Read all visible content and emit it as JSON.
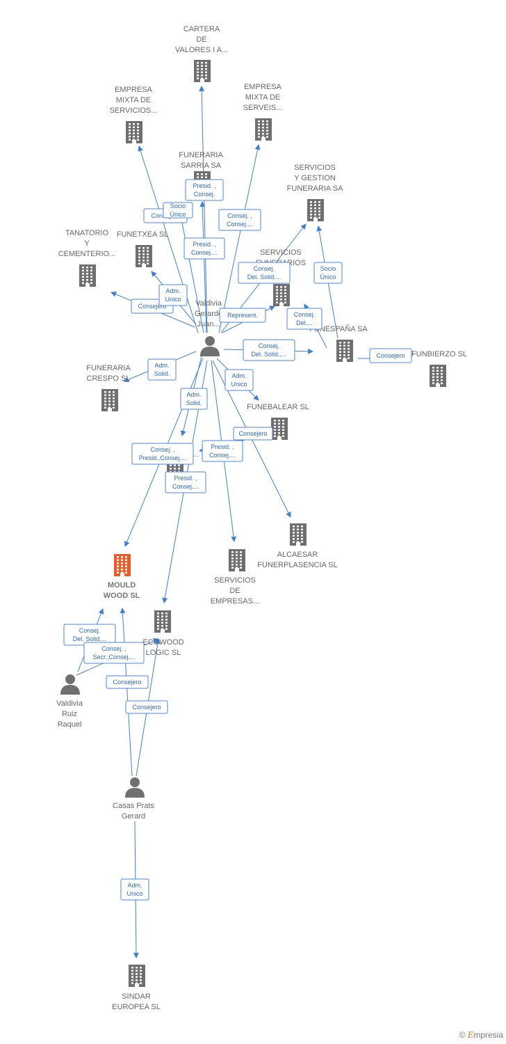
{
  "colors": {
    "edge": "#3f7fd6",
    "company": "#6f6f6f",
    "focus": "#f05a28",
    "person": "#707070"
  },
  "nodes": [
    {
      "id": "cartera",
      "type": "company",
      "lines": [
        "CARTERA",
        "DE",
        "VALORES I A..."
      ]
    },
    {
      "id": "empresa_mixta_servicios",
      "type": "company",
      "lines": [
        "EMPRESA",
        "MIXTA DE",
        "SERVICIOS..."
      ]
    },
    {
      "id": "empresa_mixta_serveis",
      "type": "company",
      "lines": [
        "EMPRESA",
        "MIXTA DE",
        "SERVEIS..."
      ]
    },
    {
      "id": "funeraria_sarria",
      "type": "company",
      "lines": [
        "FUNERARIA",
        "SARRIA SA"
      ]
    },
    {
      "id": "servicios_gestion",
      "type": "company",
      "lines": [
        "SERVICIOS",
        "Y GESTION",
        "FUNERARIA SA"
      ]
    },
    {
      "id": "tanatorio",
      "type": "company",
      "lines": [
        "TANATORIO",
        "Y",
        "CEMENTERIO..."
      ]
    },
    {
      "id": "funetxea",
      "type": "company",
      "lines": [
        "FUNETXEA SL"
      ]
    },
    {
      "id": "servicios_funerarios",
      "type": "company",
      "lines": [
        "SERVICIOS",
        "FUNERARIOS"
      ]
    },
    {
      "id": "funespana",
      "type": "company",
      "lines": [
        "FUNESPAÑA SA"
      ]
    },
    {
      "id": "funbierzo",
      "type": "company",
      "lines": [
        "FUNBIERZO SL"
      ]
    },
    {
      "id": "funeraria_crespo",
      "type": "company",
      "lines": [
        "FUNERARIA",
        "CRESPO SL"
      ]
    },
    {
      "id": "funebalear",
      "type": "company",
      "lines": [
        "FUNEBALEAR SL"
      ]
    },
    {
      "id": "hidden_co",
      "type": "company",
      "lines": [
        "..."
      ]
    },
    {
      "id": "alcaesar",
      "type": "company",
      "lines": [
        "ALCAESAR",
        "FUNERPLASENCIA SL"
      ]
    },
    {
      "id": "servicios_empresas",
      "type": "company",
      "lines": [
        "SERVICIOS",
        "DE",
        "EMPRESAS..."
      ]
    },
    {
      "id": "mould_wood",
      "type": "focus",
      "lines": [
        "MOULD",
        "WOOD SL"
      ]
    },
    {
      "id": "ecowood",
      "type": "company",
      "lines": [
        "ECOWOOD",
        "LOGIC SL"
      ]
    },
    {
      "id": "sindar",
      "type": "company",
      "lines": [
        "SINDAR",
        "EUROPEA SL"
      ]
    },
    {
      "id": "valdivia_gerardo",
      "type": "person",
      "lines": [
        "Valdivia",
        "Gerardo",
        "Juan..."
      ]
    },
    {
      "id": "valdivia_raquel",
      "type": "person",
      "lines": [
        "Valdivia",
        "Ruiz",
        "Raquel"
      ]
    },
    {
      "id": "casas_prats",
      "type": "person",
      "lines": [
        "Casas Prats",
        "Gerard"
      ]
    }
  ],
  "edges": [
    {
      "from": "valdivia_gerardo",
      "to": "cartera",
      "lines": [
        "Presid. ,",
        "Consej."
      ]
    },
    {
      "from": "valdivia_gerardo",
      "to": "empresa_mixta_servicios",
      "lines": [
        "Consejero"
      ]
    },
    {
      "from": "valdivia_gerardo",
      "to": "funeraria_sarria",
      "lines": [
        "Socio",
        "Único"
      ]
    },
    {
      "from": "valdivia_gerardo",
      "to": "empresa_mixta_serveis",
      "lines": [
        "Consej. ,",
        "Consej...."
      ]
    },
    {
      "from": "valdivia_gerardo",
      "to": "funeraria_sarria",
      "lines": [
        "Presid. ,",
        "Consej...."
      ]
    },
    {
      "from": "valdivia_gerardo",
      "to": "servicios_gestion",
      "lines": [
        "Consej.",
        "Del. Solid...."
      ]
    },
    {
      "from": "funespana",
      "to": "servicios_gestion",
      "lines": [
        "Socio",
        "Único"
      ]
    },
    {
      "from": "valdivia_gerardo",
      "to": "tanatorio",
      "lines": [
        "Consejero"
      ]
    },
    {
      "from": "valdivia_gerardo",
      "to": "funetxea",
      "lines": [
        "Adm.",
        "Unico"
      ]
    },
    {
      "from": "valdivia_gerardo",
      "to": "servicios_funerarios",
      "lines": [
        "Represent."
      ]
    },
    {
      "from": "funespana",
      "to": "servicios_funerarios",
      "lines": [
        "Consej.",
        "Del...."
      ]
    },
    {
      "from": "valdivia_gerardo",
      "to": "funespana",
      "lines": [
        "Consej.",
        "Del. Solid.,..."
      ]
    },
    {
      "from": "funespana",
      "to": "funbierzo",
      "lines": [
        "Consejero"
      ]
    },
    {
      "from": "valdivia_gerardo",
      "to": "funeraria_crespo",
      "lines": [
        "Adm.",
        "Solid."
      ]
    },
    {
      "from": "valdivia_gerardo",
      "to": "funebalear",
      "lines": [
        "Adm.",
        "Unico"
      ]
    },
    {
      "from": "valdivia_gerardo",
      "to": "hidden_co",
      "lines": [
        "Adm.",
        "Solid."
      ]
    },
    {
      "from": "funebalear",
      "to": "hidden_co",
      "lines": [
        "Consejero"
      ]
    },
    {
      "from": "valdivia_gerardo",
      "to": "alcaesar",
      "lines": []
    },
    {
      "from": "valdivia_gerardo",
      "to": "mould_wood",
      "lines": [
        "Consej. ,",
        "Presid.,Consej...."
      ]
    },
    {
      "from": "valdivia_gerardo",
      "to": "servicios_empresas",
      "lines": [
        "Presid. ,",
        "Consej...."
      ]
    },
    {
      "from": "valdivia_gerardo",
      "to": "ecowood",
      "lines": [
        "Presid. ,",
        "Consej...."
      ]
    },
    {
      "from": "valdivia_raquel",
      "to": "mould_wood",
      "lines": [
        "Consej.",
        "Del. Solid...."
      ]
    },
    {
      "from": "valdivia_raquel",
      "to": "ecowood",
      "lines": [
        "Consej. ,",
        "Secr.,Consej...."
      ]
    },
    {
      "from": "casas_prats",
      "to": "mould_wood",
      "lines": [
        "Consejero"
      ]
    },
    {
      "from": "casas_prats",
      "to": "ecowood",
      "lines": [
        "Consejero"
      ]
    },
    {
      "from": "casas_prats",
      "to": "sindar",
      "lines": [
        "Adm.",
        "Unico"
      ]
    }
  ],
  "brand": {
    "symbol": "©",
    "initial": "E",
    "rest": "mpresia"
  }
}
